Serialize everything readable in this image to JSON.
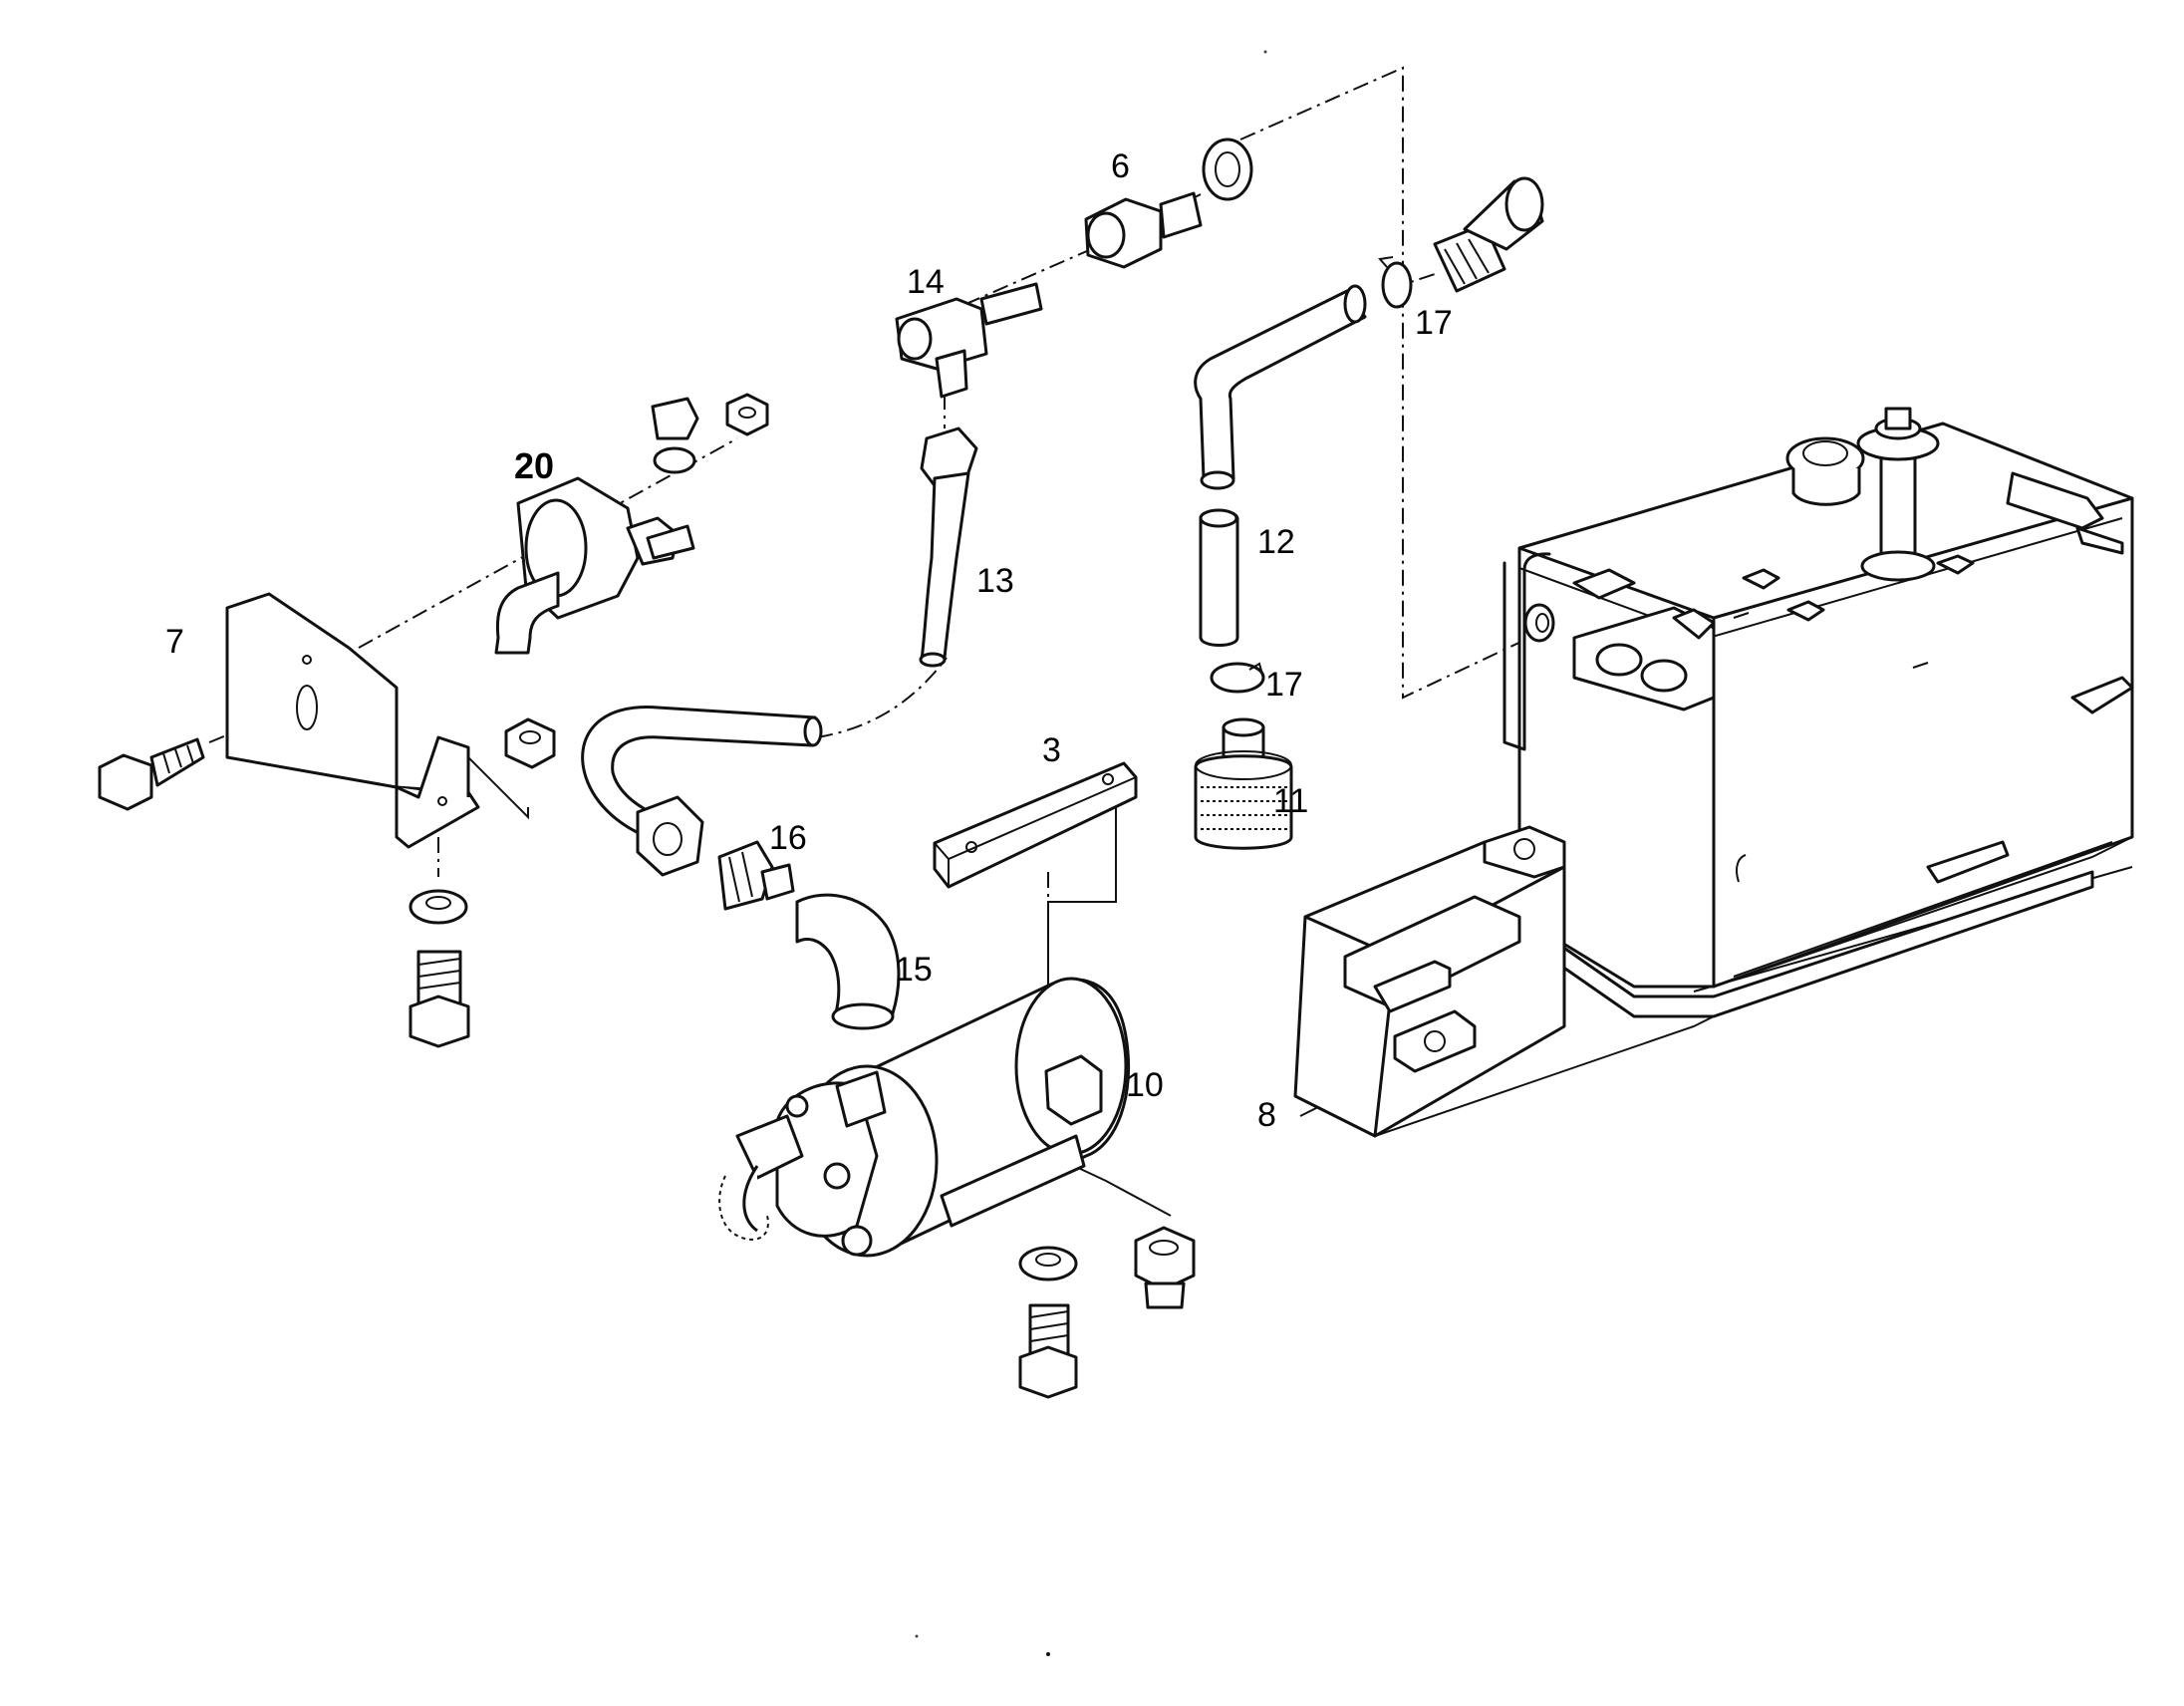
{
  "parts": [
    {
      "id": "p3",
      "label": "3"
    },
    {
      "id": "p6",
      "label": "6"
    },
    {
      "id": "p7",
      "label": "7"
    },
    {
      "id": "p8",
      "label": "8"
    },
    {
      "id": "p10",
      "label": "10"
    },
    {
      "id": "p11",
      "label": "11"
    },
    {
      "id": "p12",
      "label": "12"
    },
    {
      "id": "p13",
      "label": "13"
    },
    {
      "id": "p14",
      "label": "14"
    },
    {
      "id": "p15",
      "label": "15"
    },
    {
      "id": "p16",
      "label": "16"
    },
    {
      "id": "p17a",
      "label": "17"
    },
    {
      "id": "p17b",
      "label": "17"
    },
    {
      "id": "p20",
      "label": "20"
    }
  ]
}
